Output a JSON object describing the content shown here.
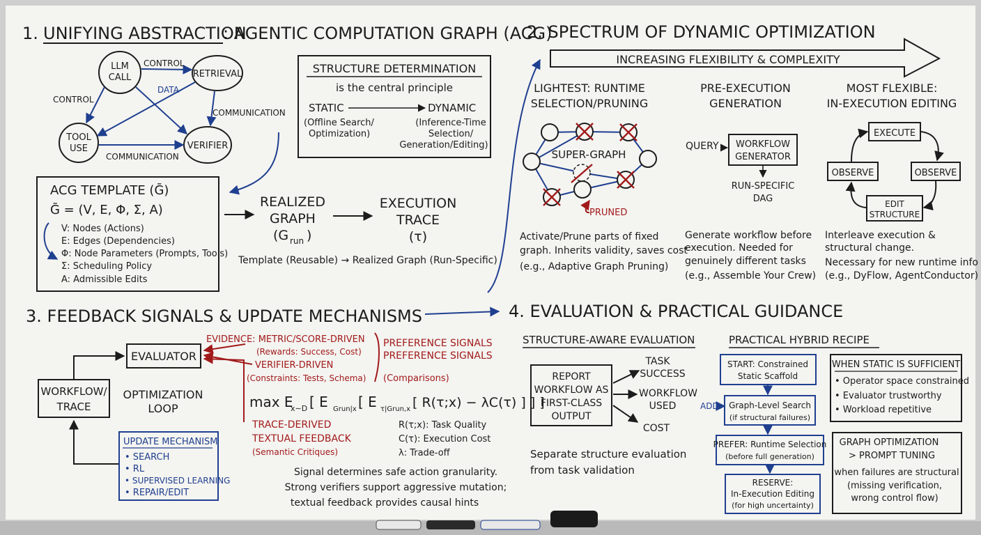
{
  "colors": {
    "board": "#f4f4f1",
    "frame": "#c9c9c9",
    "ink": "#1c1c1c",
    "blue": "#1f3f8f",
    "red": "#a11a1a"
  },
  "s1": {
    "title_num": "1.",
    "title_a": "UNIFYING ABSTRACTION",
    "title_b": ": AGENTIC COMPUTATION GRAPH (ACG)",
    "graph": {
      "llm_a": "LLM",
      "llm_b": "CALL",
      "retrieval": "RETRIEVAL",
      "tool_a": "TOOL",
      "tool_b": "USE",
      "verifier": "VERIFIER",
      "control_top": "CONTROL",
      "control_left": "CONTROL",
      "data": "DATA",
      "comm_right": "COMMUNICATION",
      "comm_bottom": "COMMUNICATION"
    },
    "structure": {
      "title": "STRUCTURE DETERMINATION",
      "subtitle": "is the central principle",
      "static": "STATIC",
      "dynamic": "DYNAMIC",
      "static_d1": "(Offline Search/",
      "static_d2": "Optimization)",
      "dyn_d1": "(Inference-Time",
      "dyn_d2": "Selection/",
      "dyn_d3": "Generation/Editing)"
    },
    "template": {
      "title": "ACG TEMPLATE (Ḡ)",
      "formula": "Ḡ = (V, E, Φ, Σ, A)",
      "items": [
        "V: Nodes (Actions)",
        "E: Edges (Dependencies)",
        "Φ: Node Parameters (Prompts, Tools)",
        "Σ: Scheduling Policy",
        "A: Admissible Edits"
      ]
    },
    "realized": {
      "a": "REALIZED",
      "b": "GRAPH",
      "c": "(G",
      "sub": "run",
      "d": ")"
    },
    "trace": {
      "a": "EXECUTION",
      "b": "TRACE",
      "c": "(τ)"
    },
    "caption": "Template (Reusable) → Realized Graph (Run-Specific)"
  },
  "s2": {
    "title": "2. SPECTRUM OF DYNAMIC OPTIMIZATION",
    "arrow_label": "INCREASING FLEXIBILITY & COMPLEXITY",
    "col1": {
      "h1": "LIGHTEST: RUNTIME",
      "h2": "SELECTION/PRUNING",
      "super": "SUPER-GRAPH",
      "pruned": "PRUNED",
      "d1": "Activate/Prune parts of fixed",
      "d2": "graph. Inherits validity, saves cost",
      "d3": "(e.g., Adaptive Graph Pruning)"
    },
    "col2": {
      "h1": "PRE-EXECUTION",
      "h2": "GENERATION",
      "query": "QUERY",
      "gen_a": "WORKFLOW",
      "gen_b": "GENERATOR",
      "dag_a": "RUN-SPECIFIC",
      "dag_b": "DAG",
      "d1": "Generate workflow before",
      "d2": "execution. Needed for",
      "d3": "genuinely different tasks",
      "d4": "(e.g., Assemble Your Crew)"
    },
    "col3": {
      "h1": "MOST FLEXIBLE:",
      "h2": "IN-EXECUTION EDITING",
      "execute": "EXECUTE",
      "observe_l": "OBSERVE",
      "observe_r": "OBSERVE",
      "edit_a": "EDIT",
      "edit_b": "STRUCTURE",
      "d1": "Interleave execution &",
      "d2": "structural change.",
      "d3": "Necessary for new runtime info",
      "d4": "(e.g., DyFlow, AgentConductor)"
    }
  },
  "s3": {
    "title": "3. FEEDBACK SIGNALS & UPDATE MECHANISMS",
    "evaluator": "EVALUATOR",
    "workflow_a": "WORKFLOW/",
    "workflow_b": "TRACE",
    "loop_a": "OPTIMIZATION",
    "loop_b": "LOOP",
    "update": {
      "title": "UPDATE MECHANISM",
      "items": [
        "• SEARCH",
        "• RL",
        "• SUPERVISED LEARNING",
        "• REPAIR/EDIT"
      ]
    },
    "evidence": "EVIDENCE: METRIC/SCORE-DRIVEN",
    "evidence_sub": "(Rewards: Success, Cost)",
    "verifier": "VERIFIER-DRIVEN",
    "verifier_sub": "(Constraints: Tests, Schema)",
    "pref1": "PREFERENCE SIGNALS",
    "pref2": "PREFERENCE SIGNALS",
    "pref_sub": "(Comparisons)",
    "trace_a": "TRACE-DERIVED",
    "trace_b": "TEXTUAL FEEDBACK",
    "trace_c": "(Semantic Critiques)",
    "eq": "max E",
    "eq_sub": "x∼D",
    "eq_rest": "[ E",
    "eq_rest_sub": "Grun|x",
    "eq_mid": "[ E",
    "eq_mid_sub": "τ|Grun,x",
    "eq_end": "[ R(τ;x) − λC(τ) ] ] ]",
    "legend": [
      "R(τ;x): Task Quality",
      "C(τ): Execution Cost",
      "λ: Trade-off"
    ],
    "note": [
      "Signal determines safe action granularity.",
      "Strong verifiers support aggressive mutation;",
      "textual feedback provides causal hints"
    ]
  },
  "s4": {
    "title": "4. EVALUATION & PRACTICAL GUIDANCE",
    "eval": {
      "h": "STRUCTURE-AWARE EVALUATION",
      "box": [
        "REPORT",
        "WORKFLOW AS",
        "FIRST-CLASS",
        "OUTPUT"
      ],
      "out1a": "TASK",
      "out1b": "SUCCESS",
      "out2a": "WORKFLOW",
      "out2b": "USED",
      "out3": "COST",
      "d1": "Separate structure evaluation",
      "d2": "from task validation"
    },
    "recipe": {
      "h": "PRACTICAL HYBRID RECIPE",
      "start_a": "START: Constrained",
      "start_b": "Static Scaffold",
      "add": "ADD:",
      "search_a": "Graph-Level Search",
      "search_b": "(if structural failures)",
      "prefer_a": "PREFER: Runtime Selection",
      "prefer_b": "(before full generation)",
      "reserve_a": "RESERVE:",
      "reserve_b": "In-Execution Editing",
      "reserve_c": "(for high uncertainty)"
    },
    "static_box": {
      "title": "WHEN STATIC IS SUFFICIENT",
      "items": [
        "• Operator space constrained",
        "• Evaluator trustworthy",
        "• Workload repetitive"
      ]
    },
    "graph_box": {
      "a": "GRAPH OPTIMIZATION",
      "b": "> PROMPT TUNING",
      "c": "when failures are structural",
      "d": "(missing verification,",
      "e": "wrong control flow)"
    }
  }
}
